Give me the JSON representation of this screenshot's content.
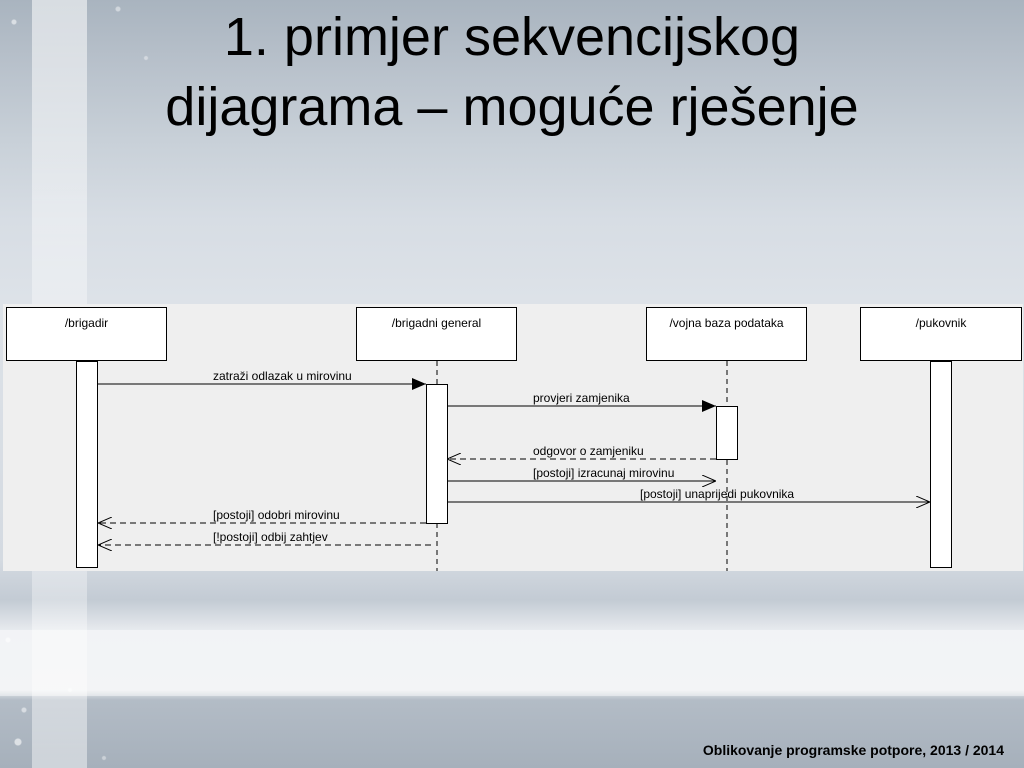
{
  "slide": {
    "title_line1": "1. primjer sekvencijskog",
    "title_line2": "dijagrama – moguće rješenje",
    "footer": "Oblikovanje programske potpore, 2013 / 2014"
  },
  "diagram": {
    "lifelines": [
      {
        "label": "/brigadir"
      },
      {
        "label": "/brigadni general"
      },
      {
        "label": "/vojna baza podataka"
      },
      {
        "label": "/pukovnik"
      }
    ],
    "messages": [
      {
        "label": "zatraži odlazak u mirovinu",
        "from": "/brigadir",
        "to": "/brigadni general",
        "kind": "synchronous"
      },
      {
        "label": "provjeri zamjenika",
        "from": "/brigadni general",
        "to": "/vojna baza podataka",
        "kind": "synchronous"
      },
      {
        "label": "odgovor o zamjeniku",
        "from": "/vojna baza podataka",
        "to": "/brigadni general",
        "kind": "return"
      },
      {
        "label": "[postoji] izracunaj mirovinu",
        "from": "/brigadni general",
        "to": "/vojna baza podataka",
        "kind": "asynchronous"
      },
      {
        "label": "[postoji] unaprijedi pukovnika",
        "from": "/brigadni general",
        "to": "/pukovnik",
        "kind": "asynchronous"
      },
      {
        "label": "[postoji] odobri mirovinu",
        "from": "/brigadni general",
        "to": "/brigadir",
        "kind": "return"
      },
      {
        "label": "[!postoji] odbij zahtjev",
        "from": "/brigadni general",
        "to": "/brigadir",
        "kind": "return"
      }
    ]
  }
}
